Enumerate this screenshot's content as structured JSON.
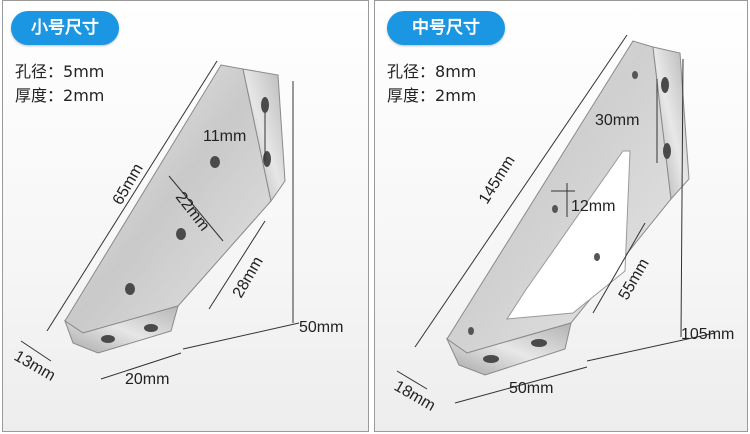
{
  "small": {
    "badge": "小号尺寸",
    "hole_label": "孔径：",
    "hole_value": "5mm",
    "thick_label": "厚度：",
    "thick_value": "2mm",
    "dims": {
      "height": "65mm",
      "hole_gap": "11mm",
      "diag": "22mm",
      "side": "28mm",
      "depth": "50mm",
      "foot": "13mm",
      "base": "20mm"
    }
  },
  "medium": {
    "badge": "中号尺寸",
    "hole_label": "孔径：",
    "hole_value": "8mm",
    "thick_label": "厚度：",
    "thick_value": "2mm",
    "dims": {
      "height": "145mm",
      "slot": "30mm",
      "gap": "12mm",
      "side": "55mm",
      "depth": "105mm",
      "foot": "18mm",
      "base": "50mm"
    }
  },
  "colors": {
    "badge": "#1b96e3",
    "steel_light": "#e8e8e8",
    "steel_dark": "#9e9e9e"
  }
}
